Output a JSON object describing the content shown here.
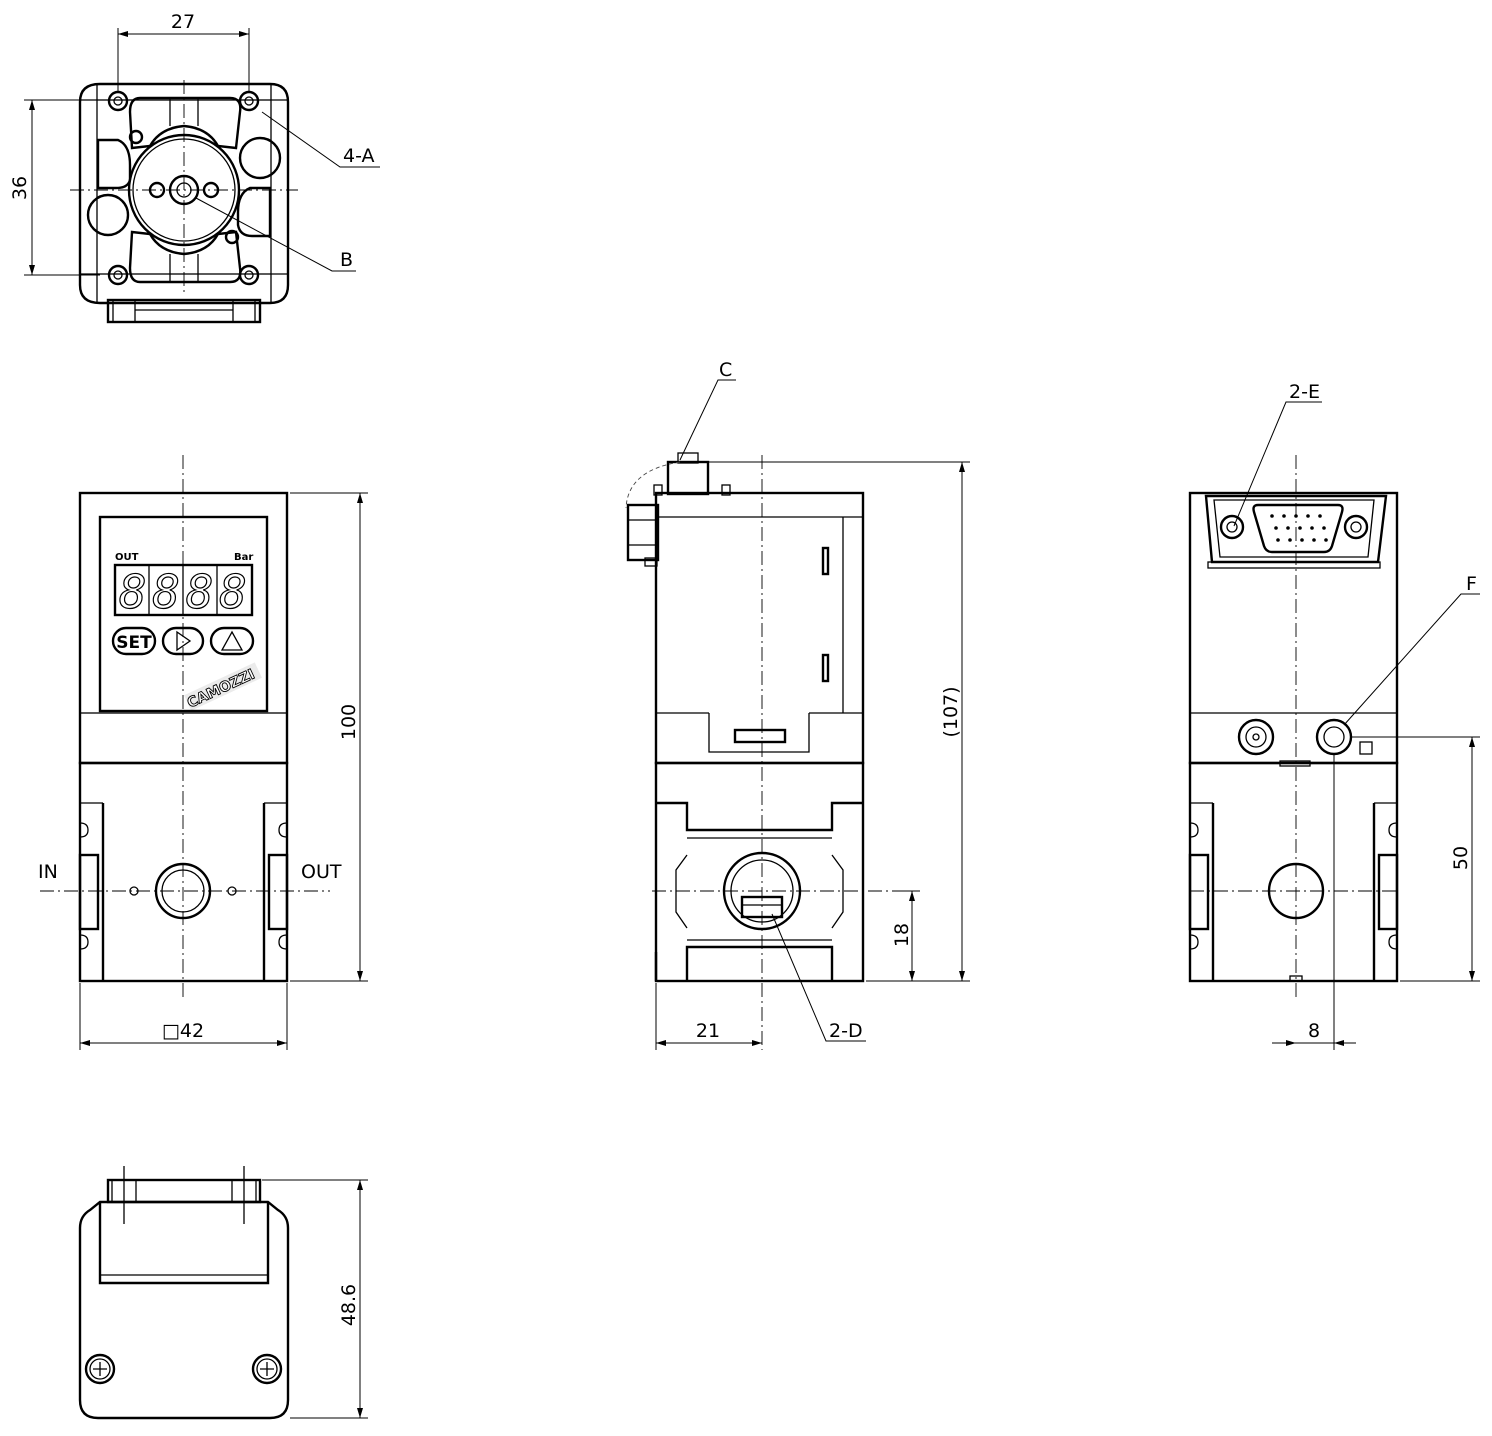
{
  "views": {
    "top": {
      "dim_width": "27",
      "dim_height": "36",
      "callout_mount": "4-A",
      "callout_port": "B"
    },
    "front": {
      "display_out": "OUT",
      "display_unit": "Bar",
      "display_digits": "8888",
      "button_set": "SET",
      "brand": "CAMOZZI",
      "label_in": "IN",
      "label_out": "OUT",
      "dim_height": "100",
      "dim_width": "□42"
    },
    "side": {
      "callout_connector": "C",
      "dim_height": "(107)",
      "dim_port_height": "18",
      "dim_half_width": "21",
      "callout_port": "2-D"
    },
    "rear": {
      "callout_connector": "2-E",
      "callout_exhaust": "F",
      "dim_exhaust_height": "50",
      "dim_exhaust_offset": "8"
    },
    "bottom": {
      "dim_depth": "48.6"
    }
  }
}
